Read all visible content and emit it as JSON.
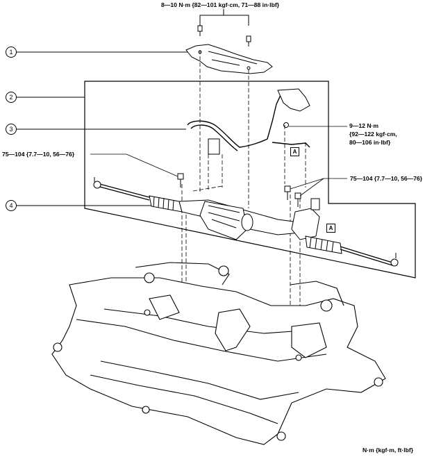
{
  "torque_labels": {
    "top": "8—10 N·m {82—101 kgf·cm, 71—88 in·lbf}",
    "right_line1": "9—12 N·m",
    "right_line2": "{92—122 kgf·cm,",
    "right_line3": "80—106 in·lbf}",
    "left": "75—104 {7.7—10, 56—76}",
    "right_lower": "75—104 {7.7—10, 56—76}"
  },
  "callouts": [
    "1",
    "2",
    "3",
    "4"
  ],
  "markers": [
    "A",
    "A"
  ],
  "units_note": "N·m {kgf·m, ft·lbf}"
}
